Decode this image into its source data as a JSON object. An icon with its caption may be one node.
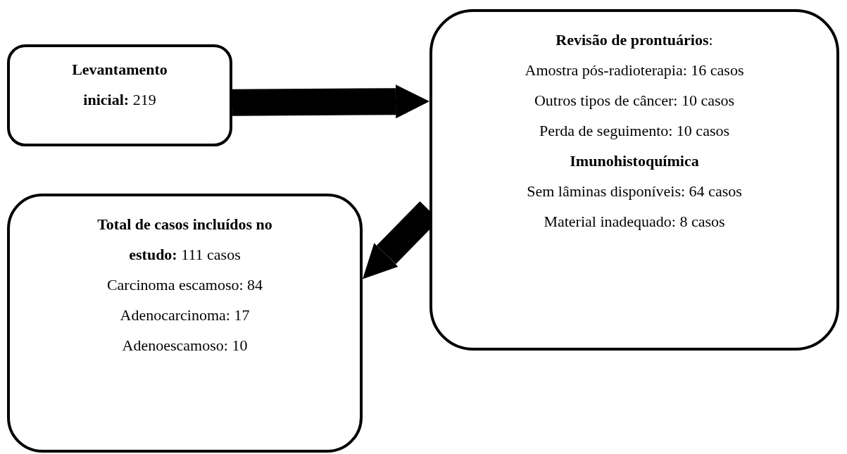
{
  "diagram": {
    "nodes": [
      {
        "text": [
          "**Levantamento inicial:** 219"
        ]
      },
      {
        "text": [
          "**Revisão de prontuários**:",
          "Amostra pós-radioterapia: 16 casos",
          "Outros tipos de câncer: 10 casos",
          "Perda de seguimento: 10 casos",
          "Imunohistoquímica",
          "Sem lâminas disponíveis: 64 casos",
          "Material inadequado: 8 casos"
        ]
      },
      {
        "text": [
          "**Total de casos incluídos no estudo:** 111 casos",
          "Carcinoma escamoso: 84",
          "Adenocarcinoma: 17",
          "Adenoescamoso: 10"
        ]
      }
    ],
    "edges": [
      {
        "from": 0,
        "to": 1,
        "arrow": "to"
      },
      {
        "from": 1,
        "to": 2,
        "arrow": "to"
      }
    ]
  }
}
